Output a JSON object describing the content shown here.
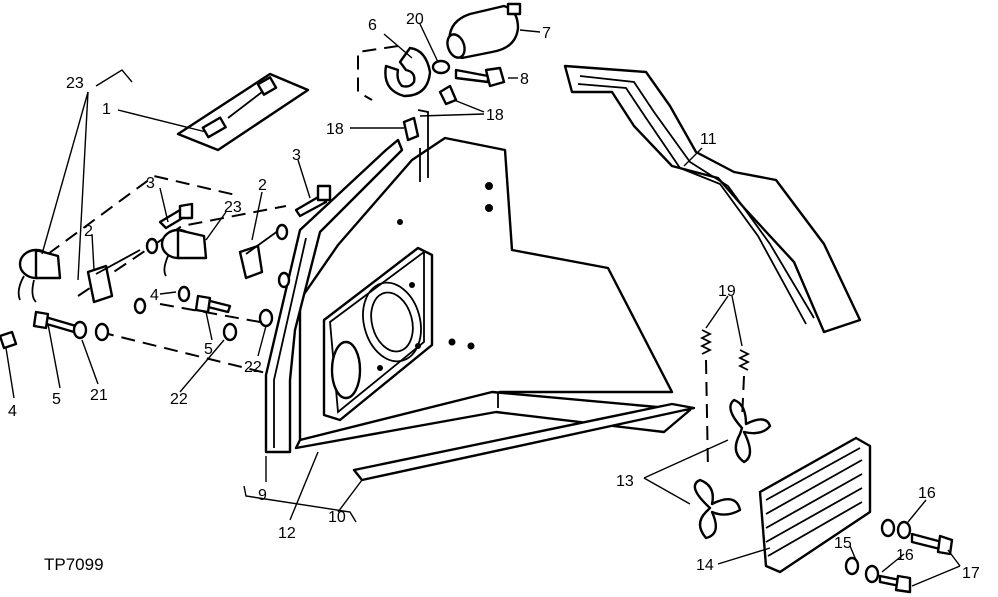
{
  "figure_code": "TP7099",
  "callouts": {
    "c23a": "23",
    "c1": "1",
    "c3a": "3",
    "c3b": "3",
    "c2a": "2",
    "c23b": "23",
    "c2b": "2",
    "c4a": "4",
    "c5a": "5",
    "c5b": "5",
    "c21": "21",
    "c22a": "22",
    "c22b": "22",
    "c4b": "4",
    "c6": "6",
    "c20": "20",
    "c7": "7",
    "c8": "8",
    "c18a": "18",
    "c18b": "18",
    "c11": "11",
    "c19": "19",
    "c13": "13",
    "c14": "14",
    "c9": "9",
    "c12": "12",
    "c10": "10",
    "c15": "15",
    "c16a": "16",
    "c16b": "16",
    "c17": "17"
  }
}
